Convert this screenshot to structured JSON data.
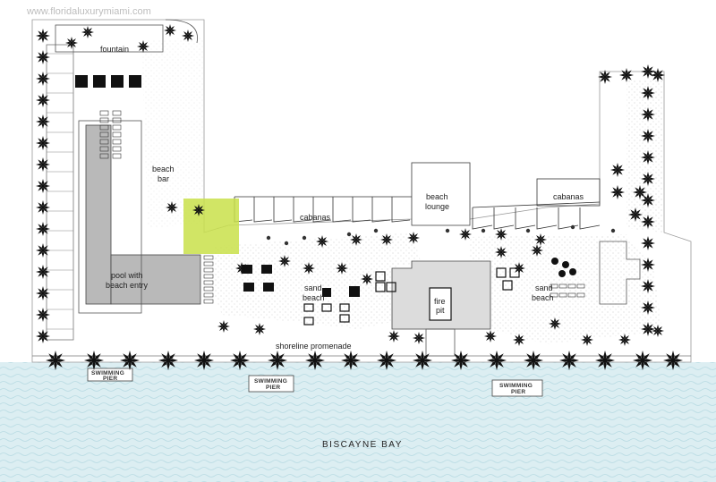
{
  "watermark": "www.floridaluxurymiami.com",
  "labels": {
    "fountain": "fountain",
    "beach_bar": "beach bar",
    "pool": "pool with beach entry",
    "cabanas_left": "cabanas",
    "beach_lounge": "beach lounge",
    "cabanas_right": "cabanas",
    "sand_beach_left": "sand beach",
    "fire_pit": "fire pit",
    "sand_beach_right": "sand beach",
    "promenade": "shoreline promenade"
  },
  "piers": [
    "SWIMMING PIER",
    "SWIMMING PIER",
    "SWIMMING PIER"
  ],
  "water_label": "BISCAYNE BAY",
  "colors": {
    "water": "#dceef2",
    "wave": "#b9dbe3",
    "pool": "#b9b9b9",
    "sand": "#ececec",
    "accent": "#c9e04a",
    "ink": "#111111"
  }
}
